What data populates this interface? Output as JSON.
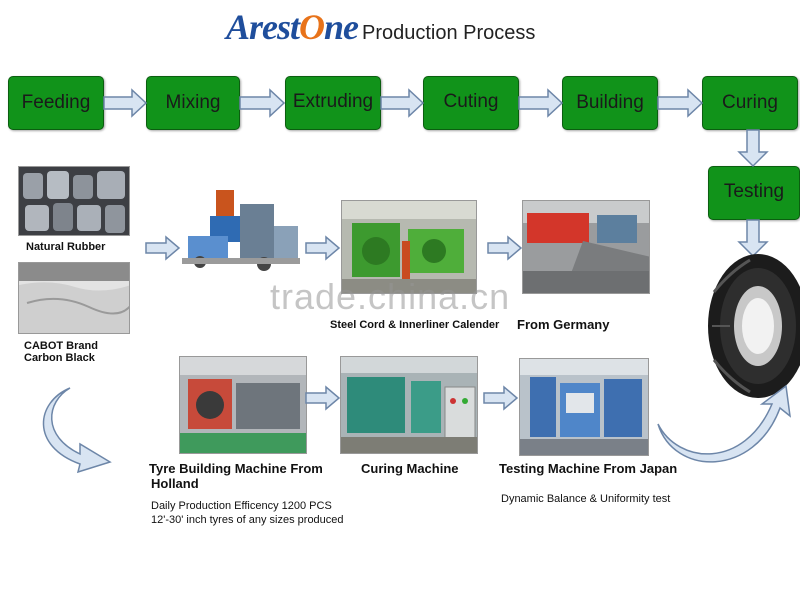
{
  "header": {
    "logo_prefix": "Arest",
    "logo_o": "O",
    "logo_suffix": "ne",
    "title": "Production Process"
  },
  "steps": [
    "Feeding",
    "Mixing",
    "Extruding",
    "Cuting",
    "Building",
    "Curing",
    "Testing"
  ],
  "captions": {
    "natural_rubber": "Natural Rubber",
    "carbon_black_line1": "CABOT Brand",
    "carbon_black_line2": "Carbon Black",
    "calender": "Steel Cord & Innerliner Calender",
    "from_germany": "From Germany",
    "building_line1": "Tyre Building Machine From",
    "building_line2": "Holland",
    "curing_machine": "Curing Machine",
    "testing_machine": "Testing Machine From Japan",
    "efficiency": "Daily Production Efficency 1200 PCS",
    "sizes": "12'-30' inch tyres of any sizes produced",
    "dynamic_test": "Dynamic Balance & Uniformity test"
  },
  "watermark": "trade.china.cn",
  "colors": {
    "step_green": "#11931a",
    "arrow_fill": "#d8e4f2",
    "arrow_stroke": "#6d86a8",
    "logo_blue": "#1f4e9c",
    "logo_orange": "#e8731a"
  }
}
